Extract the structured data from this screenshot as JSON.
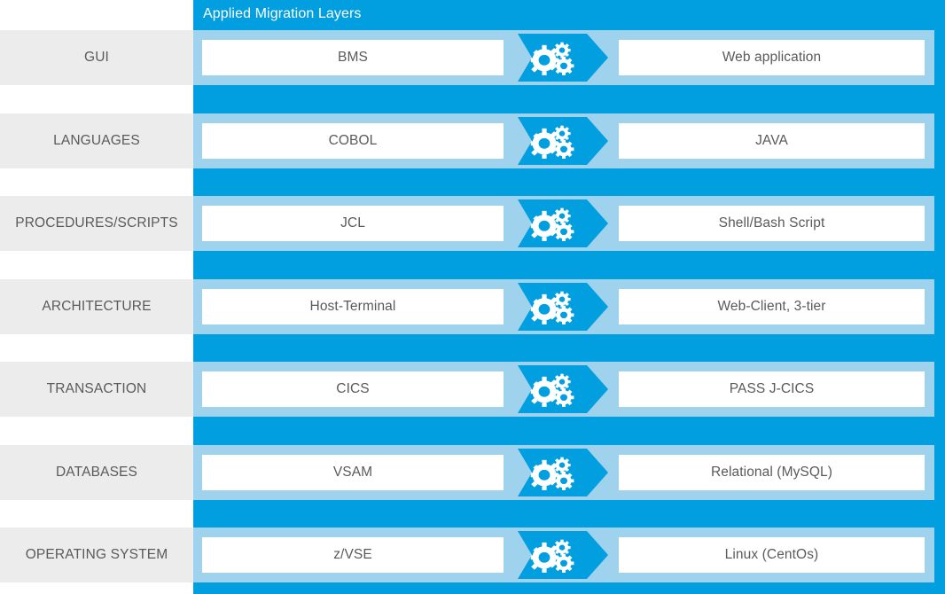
{
  "header": {
    "title": "Applied Migration Layers"
  },
  "colors": {
    "blue": "#019fe0",
    "light_blue": "#9fd2ec",
    "gray_row": "#ececec",
    "text_gray": "#5a5a5a",
    "white": "#ffffff"
  },
  "icons": {
    "arrow": "gears-arrow-icon"
  },
  "rows": [
    {
      "layer": "GUI",
      "source": "BMS",
      "target": "Web application"
    },
    {
      "layer": "LANGUAGES",
      "source": "COBOL",
      "target": "JAVA"
    },
    {
      "layer": "PROCEDURES/SCRIPTS",
      "source": "JCL",
      "target": "Shell/Bash Script"
    },
    {
      "layer": "ARCHITECTURE",
      "source": "Host-Terminal",
      "target": "Web-Client, 3-tier"
    },
    {
      "layer": "TRANSACTION",
      "source": "CICS",
      "target": "PASS J-CICS"
    },
    {
      "layer": "DATABASES",
      "source": "VSAM",
      "target": "Relational (MySQL)"
    },
    {
      "layer": "OPERATING SYSTEM",
      "source": "z/VSE",
      "target": "Linux (CentOs)"
    }
  ]
}
